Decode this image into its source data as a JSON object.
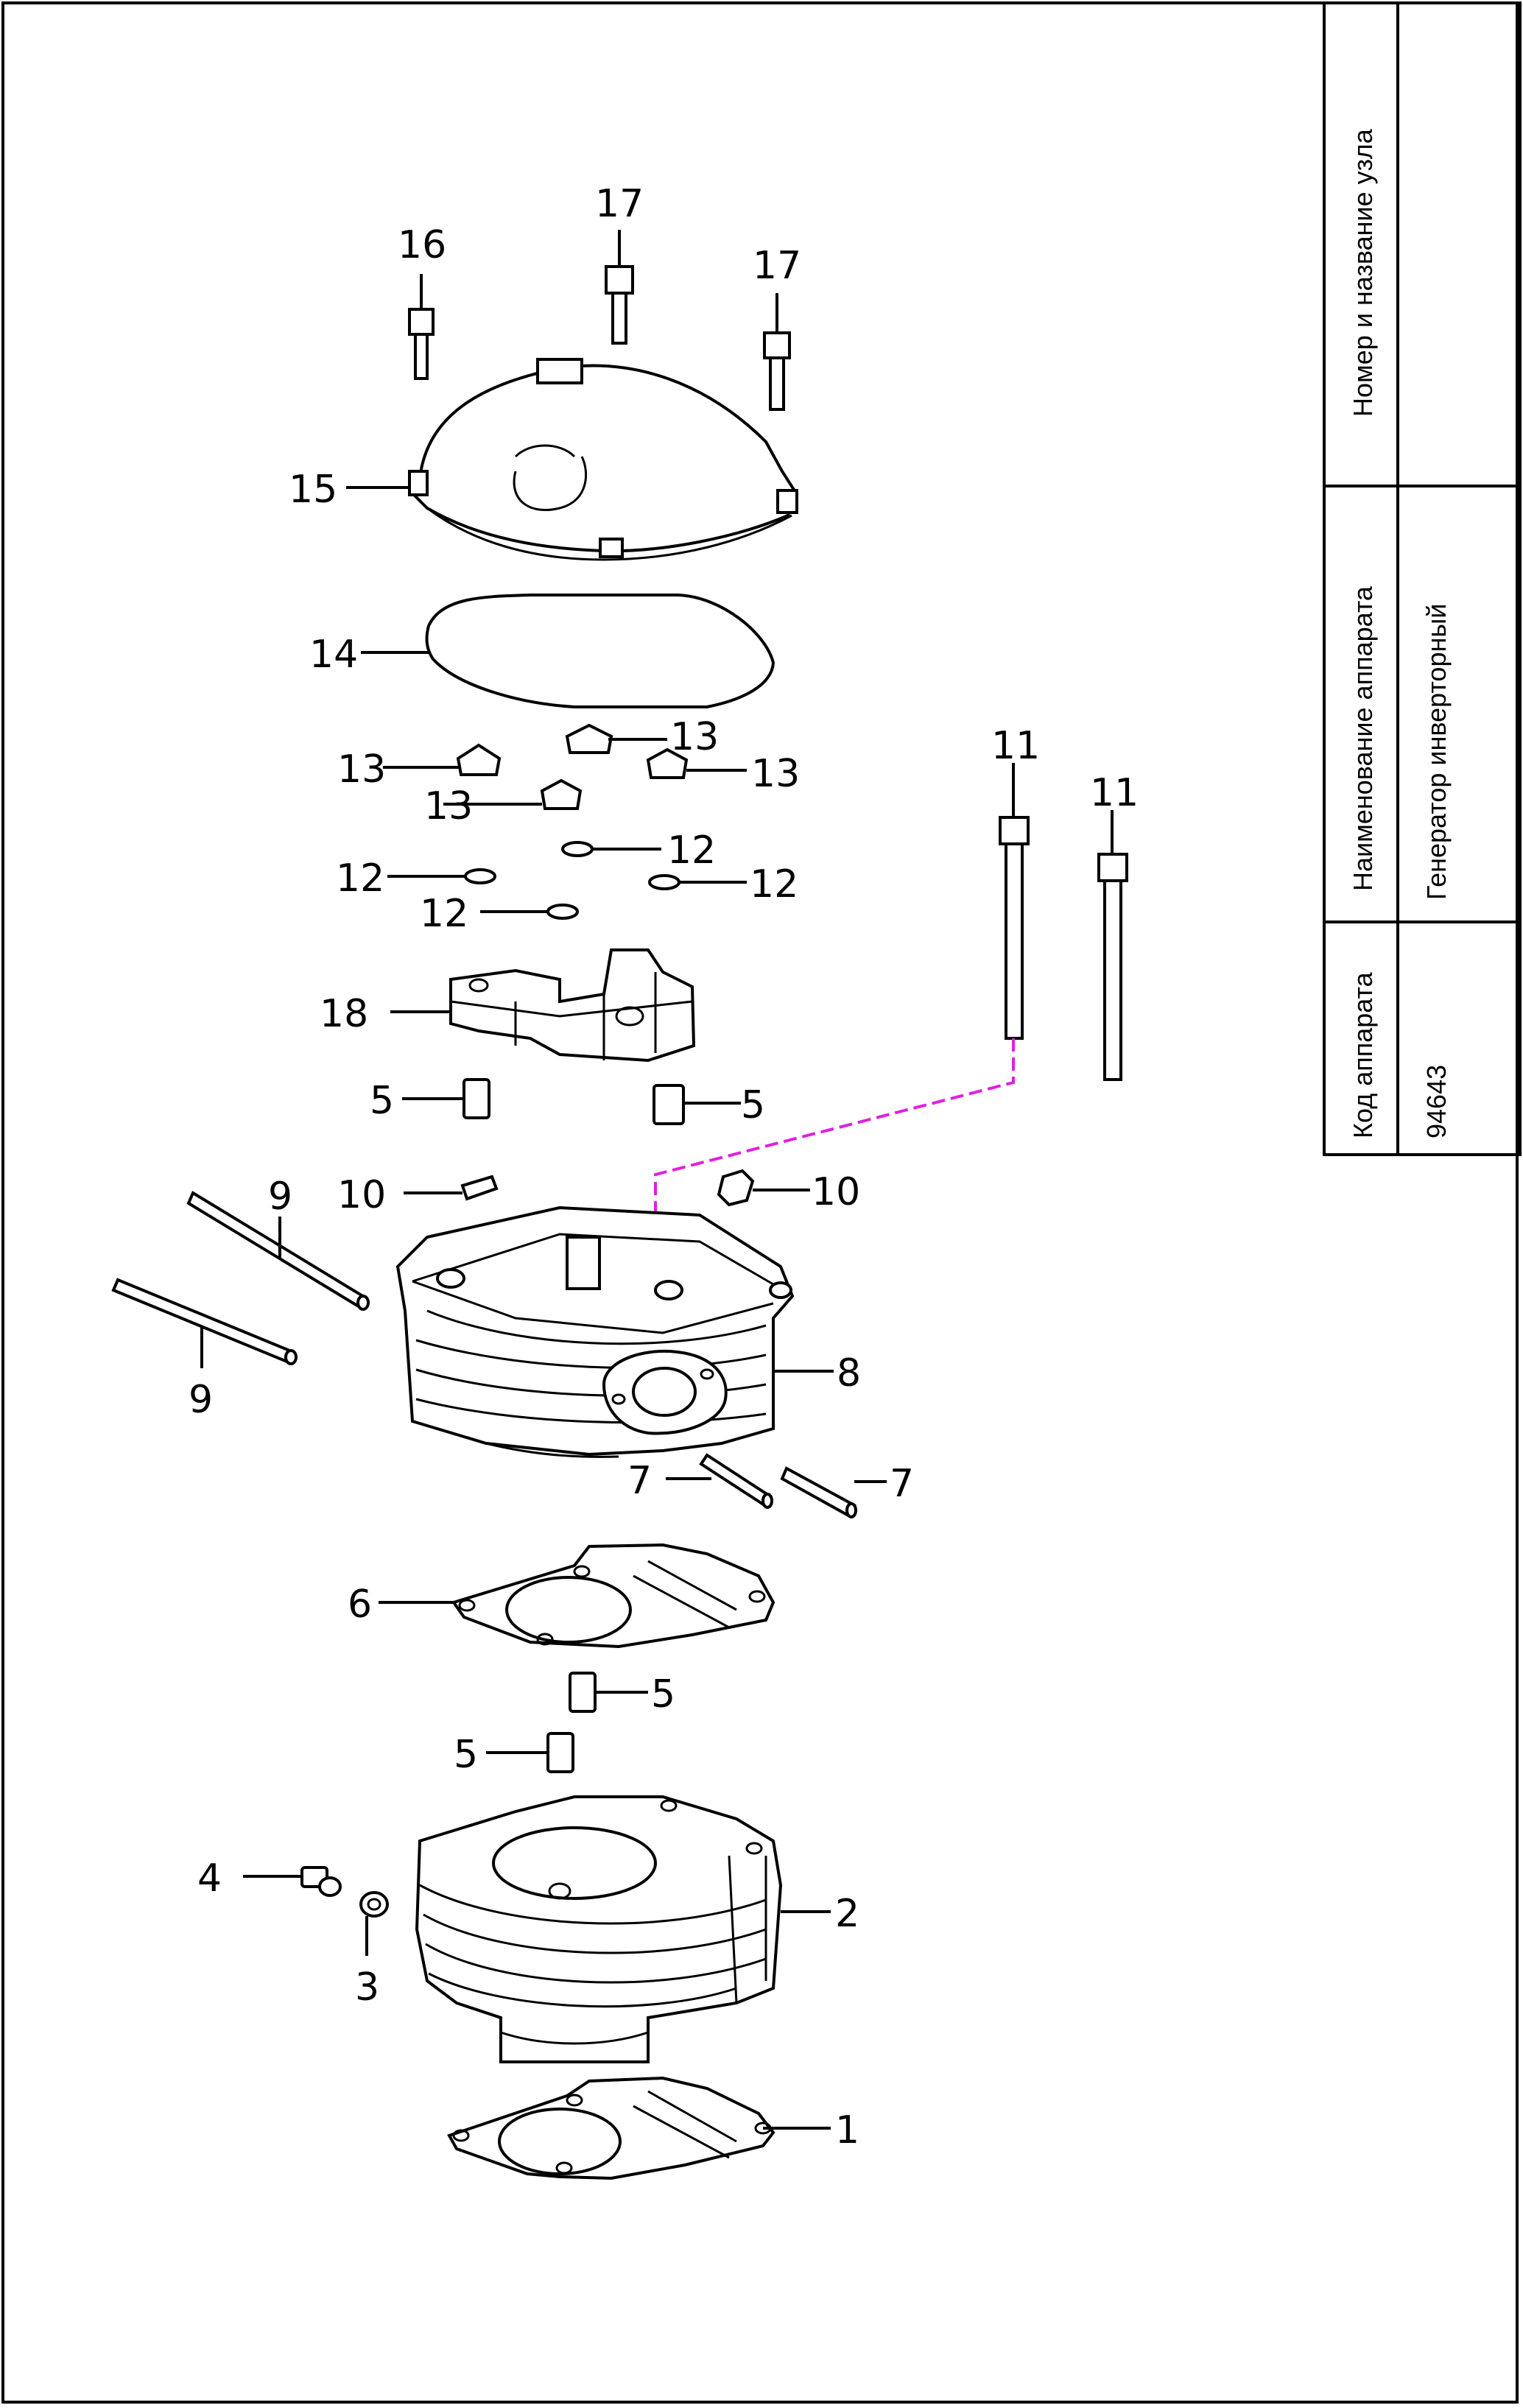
{
  "title_block": {
    "node_label": "Номер и название узла",
    "node_value": "",
    "device_name_label": "Наименование аппарата",
    "device_name_value": "Генератор инверторный",
    "device_code_label": "Код аппарата",
    "device_code_value": "94643"
  },
  "callouts": {
    "c16": "16",
    "c17a": "17",
    "c17b": "17",
    "c15": "15",
    "c14": "14",
    "c13a": "13",
    "c13b": "13",
    "c13c": "13",
    "c13d": "13",
    "c12a": "12",
    "c12b": "12",
    "c12c": "12",
    "c12d": "12",
    "c11a": "11",
    "c11b": "11",
    "c18": "18",
    "c5a": "5",
    "c5b": "5",
    "c10a": "10",
    "c10b": "10",
    "c9a": "9",
    "c9b": "9",
    "c8": "8",
    "c7a": "7",
    "c7b": "7",
    "c6": "6",
    "c5c": "5",
    "c5d": "5",
    "c4": "4",
    "c3": "3",
    "c2": "2",
    "c1": "1"
  },
  "colors": {
    "link_line": "#e020e0"
  }
}
